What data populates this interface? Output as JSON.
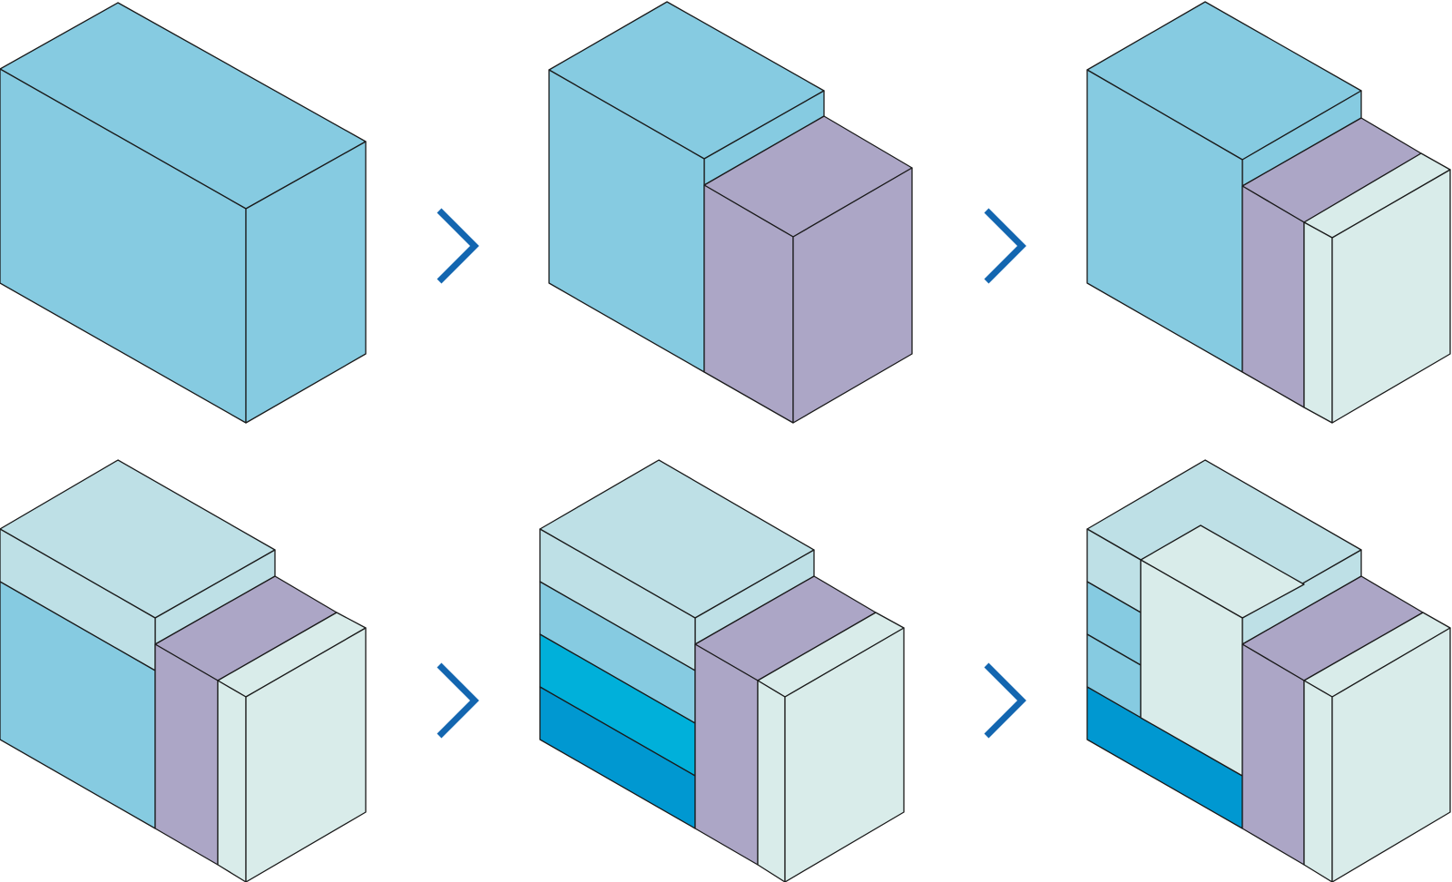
{
  "diagram": {
    "description_free": true,
    "palette": {
      "mid_blue": "#86cbe1",
      "purple": "#aca6c6",
      "pale_teal": "#d9ecea",
      "pale_blue": "#bee0e6",
      "cyan": "#00b0da",
      "strong_blue": "#0098d1",
      "outline": "#1a1a1a",
      "arrow": "#1366b0"
    },
    "steps": [
      {
        "step": 1,
        "volumes": [
          "mid_blue"
        ]
      },
      {
        "step": 2,
        "volumes": [
          "mid_blue",
          "purple"
        ]
      },
      {
        "step": 3,
        "volumes": [
          "mid_blue",
          "purple",
          "pale_teal"
        ]
      },
      {
        "step": 4,
        "volumes": [
          "pale_blue",
          "mid_blue",
          "purple",
          "pale_teal"
        ]
      },
      {
        "step": 5,
        "volumes": [
          "pale_blue",
          "mid_blue",
          "cyan",
          "strong_blue",
          "purple",
          "pale_teal"
        ]
      },
      {
        "step": 6,
        "volumes": [
          "pale_blue",
          "mid_blue",
          "strong_blue",
          "pale_teal",
          "purple"
        ]
      }
    ],
    "arrow_icons": [
      "chevron-right-icon",
      "chevron-right-icon",
      "chevron-right-icon",
      "chevron-right-icon"
    ]
  }
}
